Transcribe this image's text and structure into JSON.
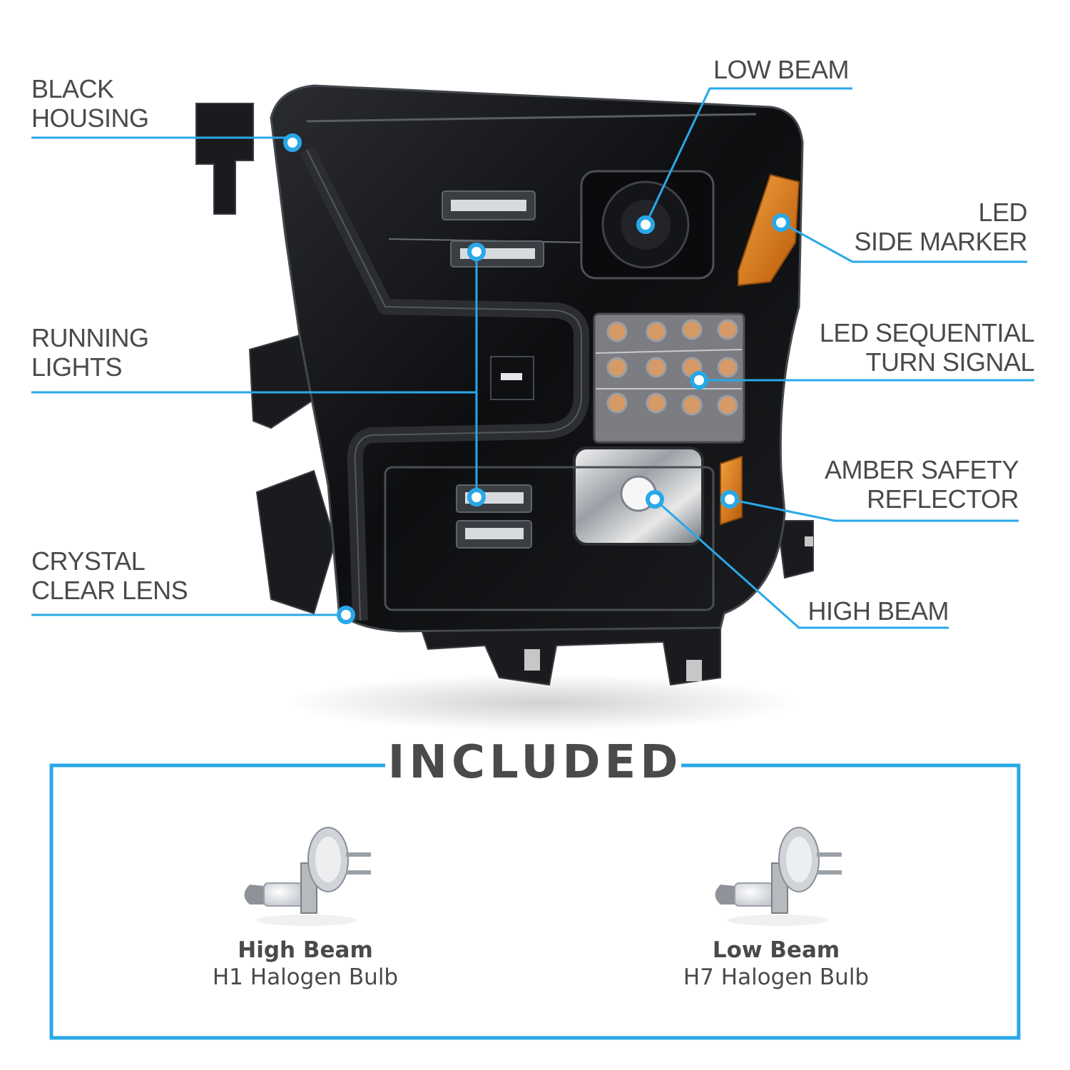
{
  "colors": {
    "accent": "#29a8e8",
    "text": "#4a4a4a",
    "amber": "#e07a10"
  },
  "callouts": {
    "black_housing": [
      "BLACK",
      "HOUSING"
    ],
    "low_beam": [
      "LOW BEAM"
    ],
    "led_side_marker": [
      "LED",
      "SIDE MARKER"
    ],
    "running_lights": [
      "RUNNING",
      "LIGHTS"
    ],
    "led_sequential_turn_signal": [
      "LED SEQUENTIAL",
      "TURN SIGNAL"
    ],
    "amber_safety_reflector": [
      "AMBER SAFETY",
      "REFLECTOR"
    ],
    "crystal_clear_lens": [
      "CRYSTAL",
      "CLEAR LENS"
    ],
    "high_beam": [
      "HIGH BEAM"
    ]
  },
  "included": {
    "title": "INCLUDED",
    "bulbs": [
      {
        "name": "High Beam",
        "type": "H1 Halogen Bulb"
      },
      {
        "name": "Low Beam",
        "type": "H7 Halogen Bulb"
      }
    ]
  }
}
